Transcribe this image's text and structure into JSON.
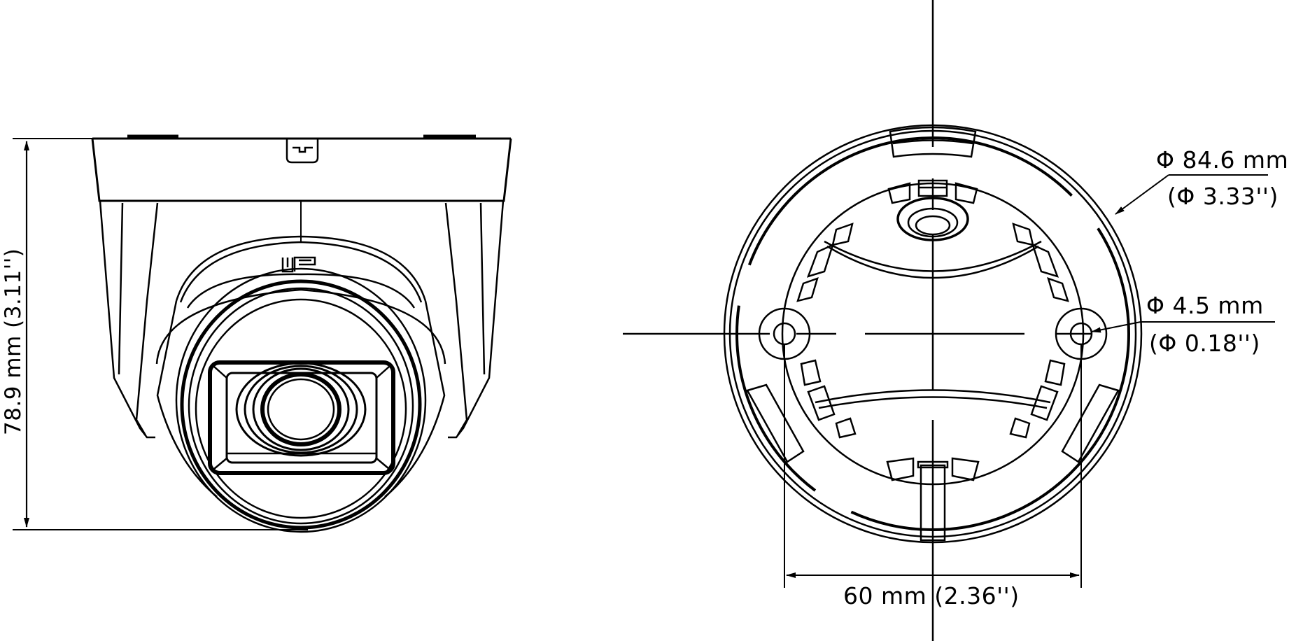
{
  "diagram": {
    "type": "technical-dimension-drawing",
    "subject": "turret dome camera",
    "views": [
      {
        "name": "front-view",
        "marking": "UP"
      },
      {
        "name": "bottom-view"
      }
    ],
    "colors": {
      "line": "#000000",
      "background": "#ffffff"
    }
  },
  "front_view": {
    "up_marking": "UP",
    "height_dimension": {
      "label": "78.9 mm (3.11'')",
      "value_mm": 78.9,
      "value_in": 3.11
    }
  },
  "bottom_view": {
    "outer_diameter": {
      "label_mm": "Φ 84.6 mm",
      "label_in": "(Φ 3.33'')",
      "value_mm": 84.6,
      "value_in": 3.33
    },
    "hole_diameter": {
      "label_mm": "Φ 4.5 mm",
      "label_in": "(Φ 0.18'')",
      "value_mm": 4.5,
      "value_in": 0.18
    },
    "hole_spacing": {
      "label": "60 mm (2.36'')",
      "value_mm": 60,
      "value_in": 2.36
    }
  }
}
